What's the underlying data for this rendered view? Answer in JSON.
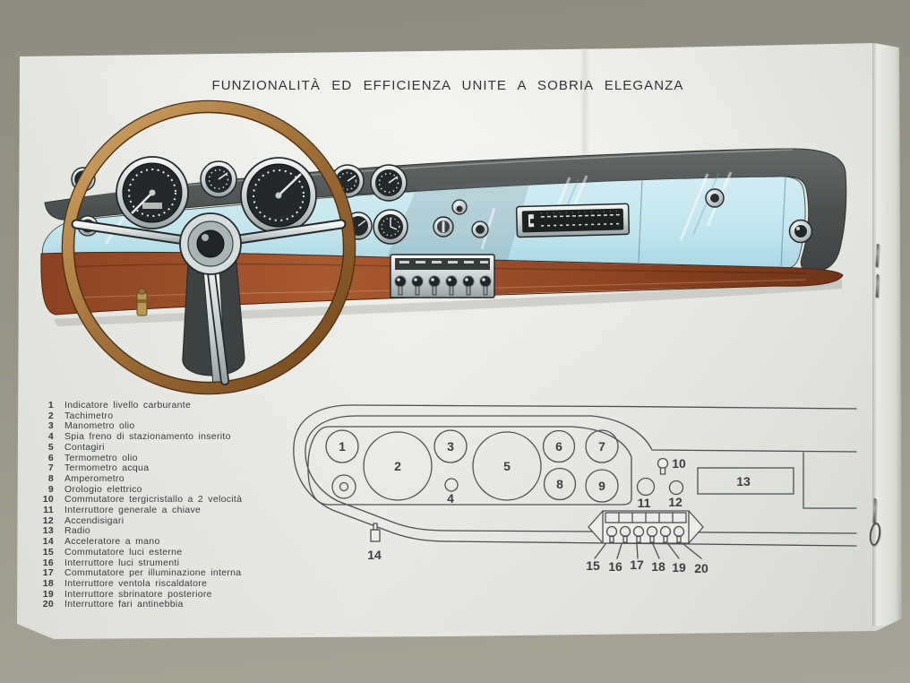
{
  "photo": {
    "surface_color": "#99968a",
    "paper_color": "#edeee9"
  },
  "page": {
    "title": "FUNZIONALITÀ ED EFFICIENZA UNITE A SOBRIA ELEGANZA"
  },
  "illustration": {
    "subject": "car dashboard painting with wood-rim steering wheel",
    "colors": {
      "top_pad": "#4e5352",
      "panel_blue": "#c5e7ee",
      "wood_dash": "#94492a",
      "wheel_wood": "#a26a38",
      "chrome": "#dfe5e4",
      "gauge_face": "#23282b"
    }
  },
  "legend": {
    "items": [
      {
        "n": "1",
        "label": "Indicatore livello carburante"
      },
      {
        "n": "2",
        "label": "Tachimetro"
      },
      {
        "n": "3",
        "label": "Manometro olio"
      },
      {
        "n": "4",
        "label": "Spia freno di stazionamento inserito"
      },
      {
        "n": "5",
        "label": "Contagiri"
      },
      {
        "n": "6",
        "label": "Termometro olio"
      },
      {
        "n": "7",
        "label": "Termometro acqua"
      },
      {
        "n": "8",
        "label": "Amperometro"
      },
      {
        "n": "9",
        "label": "Orologio elettrico"
      },
      {
        "n": "10",
        "label": "Commutatore tergicristallo a 2 velocità"
      },
      {
        "n": "11",
        "label": "Interruttore generale a chiave"
      },
      {
        "n": "12",
        "label": "Accendisigari"
      },
      {
        "n": "13",
        "label": "Radio"
      },
      {
        "n": "14",
        "label": "Acceleratore a mano"
      },
      {
        "n": "15",
        "label": "Commutatore luci esterne"
      },
      {
        "n": "16",
        "label": "Interruttore luci strumenti"
      },
      {
        "n": "17",
        "label": "Commutatore per illuminazione interna"
      },
      {
        "n": "18",
        "label": "Interruttore ventola riscaldatore"
      },
      {
        "n": "19",
        "label": "Interruttore sbrinatore posteriore"
      },
      {
        "n": "20",
        "label": "Interruttore fari antinebbia"
      }
    ]
  },
  "diagram": {
    "numbers": {
      "n1": "1",
      "n2": "2",
      "n3": "3",
      "n4": "4",
      "n5": "5",
      "n6": "6",
      "n7": "7",
      "n8": "8",
      "n9": "9",
      "n10": "10",
      "n11": "11",
      "n12": "12",
      "n13": "13",
      "n14": "14",
      "n15": "15",
      "n16": "16",
      "n17": "17",
      "n18": "18",
      "n19": "19",
      "n20": "20"
    }
  }
}
